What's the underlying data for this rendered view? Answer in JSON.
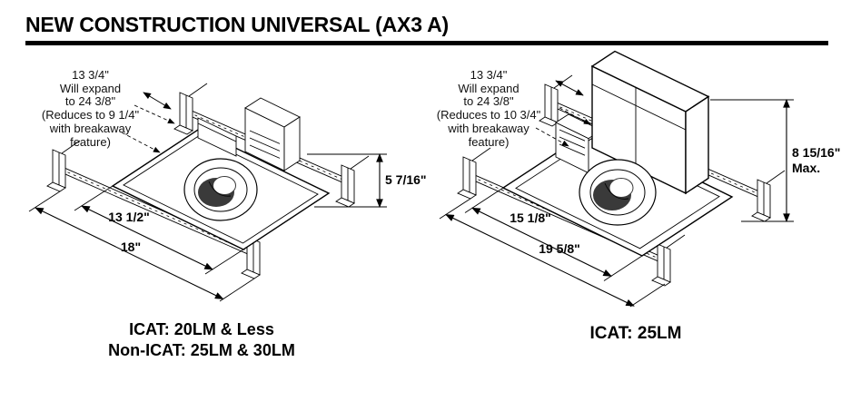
{
  "page": {
    "title": "NEW CONSTRUCTION UNIVERSAL (AX3 A)"
  },
  "colors": {
    "ink": "#000000",
    "background": "#ffffff",
    "aperture_shade": "#3a3a3a"
  },
  "figures": {
    "left": {
      "note": [
        "13 3/4\"",
        "Will expand",
        "to 24 3/8\"",
        "(Reduces to 9 1/4\"",
        "with breakaway",
        "feature)"
      ],
      "dims": {
        "height": "5 7/16\"",
        "inner_width": "13 1/2\"",
        "outer_width": "18\""
      },
      "caption": [
        "ICAT: 20LM & Less",
        "Non-ICAT: 25LM & 30LM"
      ]
    },
    "right": {
      "note": [
        "13 3/4\"",
        "Will expand",
        "to 24 3/8\"",
        "(Reduces to 10 3/4\"",
        "with breakaway",
        "feature)"
      ],
      "dims": {
        "height": "8 15/16\"",
        "height_qualifier": "Max.",
        "inner_width": "15 1/8\"",
        "outer_width": "19 5/8\""
      },
      "caption": [
        "ICAT: 25LM"
      ]
    }
  }
}
